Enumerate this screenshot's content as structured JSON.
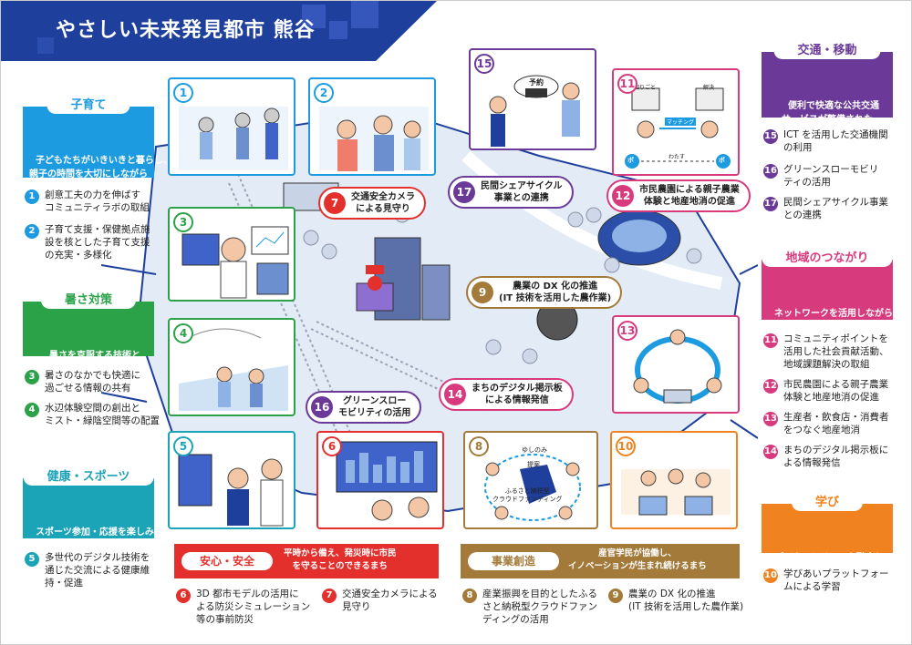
{
  "header": {
    "title": "やさしい未来発見都市 熊谷"
  },
  "colors": {
    "navy": "#1e3f9c",
    "kosodate": "#1d9be0",
    "shosa": "#2ba148",
    "kenko": "#1ba3b8",
    "anshin": "#e3302d",
    "jigyo": "#a37a3a",
    "kotsu": "#6b3a99",
    "chiiki": "#d83a7e",
    "manabi": "#f08320",
    "map": "#e3ebf6"
  },
  "categories": {
    "kosodate": {
      "label": "子育て",
      "desc": "子どもたちがいきいきと暮らし、\n親子の時間を大切にしながら\n可能性を伸ばせるまち",
      "items": [
        {
          "n": "1",
          "t": "創意工夫の力を伸ばす\nコミュニティラボの取組"
        },
        {
          "n": "2",
          "t": "子育て支援・保健拠点施\n設を核とした子育て支援\nの充実・多様化"
        }
      ]
    },
    "shosa": {
      "label": "暑さ対策",
      "desc": "暑さを克服する技術と\n工夫のまち",
      "items": [
        {
          "n": "3",
          "t": "暑さのなかでも快適に\n過ごせる情報の共有"
        },
        {
          "n": "4",
          "t": "水辺体験空間の創出と\nミスト・緑陰空間等の配置"
        }
      ]
    },
    "kenko": {
      "label": "健康・スポーツ",
      "desc": "スポーツ参加・応援を楽しみ\nつつ、データとネットワーク\nを活用し健康を維持するまち",
      "items": [
        {
          "n": "5",
          "t": "多世代のデジタル技術を\n通じた交流による健康維\n持・促進"
        }
      ]
    },
    "kotsu": {
      "label": "交通・移動",
      "desc": "便利で快適な公共交通\nサービスが整備された\n回遊性の高いまち",
      "items": [
        {
          "n": "15",
          "t": "ICT を活用した交通機関\nの利用"
        },
        {
          "n": "16",
          "t": "グリーンスローモビリ\nティの活用"
        },
        {
          "n": "17",
          "t": "民間シェアサイクル事業\nとの連携"
        }
      ]
    },
    "chiiki": {
      "label": "地域のつながり",
      "desc": "ネットワークを活用しながら\n地域のコミュニティや産業を\n共に支え合うまち",
      "items": [
        {
          "n": "11",
          "t": "コミュニティポイントを\n活用した社会貢献活動、\n地域課題解決の取組"
        },
        {
          "n": "12",
          "t": "市民農園による親子農業\n体験と地産地消の促進"
        },
        {
          "n": "13",
          "t": "生産者・飲食店・消費者\nをつなぐ地産地消"
        },
        {
          "n": "14",
          "t": "まちのデジタル掲示板に\nよる情報発信"
        }
      ]
    },
    "manabi": {
      "label": "学び",
      "desc": "デジタルとリアルを融合して\n自ら考える力を育むまち",
      "items": [
        {
          "n": "10",
          "t": "学びあいプラットフォー\nムによる学習"
        }
      ]
    },
    "anshin": {
      "label": "安心・安全",
      "desc": "平時から備え、発災時に市民\nを守ることのできるまち",
      "items": [
        {
          "n": "6",
          "t": "3D 都市モデルの活用に\nよる防災シミュレーション\n等の事前防災"
        },
        {
          "n": "7",
          "t": "交通安全カメラによる\n見守り"
        }
      ]
    },
    "jigyo": {
      "label": "事業創造",
      "desc": "産官学民が協働し、\nイノベーションが生まれ続けるまち",
      "items": [
        {
          "n": "8",
          "t": "産業振興を目的としたふる\nさと納税型クラウドファン\nディングの活用"
        },
        {
          "n": "9",
          "t": "農業の DX 化の推進\n(IT 技術を活用した農作業)"
        }
      ]
    }
  },
  "callouts": {
    "c7": {
      "n": "7",
      "t": "交通安全カメラ\nによる見守り"
    },
    "c17": {
      "n": "17",
      "t": "民間シェアサイクル\n事業との連携"
    },
    "c12": {
      "n": "12",
      "t": "市民農園による親子農業\n体験と地産地消の促進"
    },
    "c9": {
      "n": "9",
      "t": "農業の DX 化の推進\n(IT 技術を活用した農作業)"
    },
    "c14": {
      "n": "14",
      "t": "まちのデジタル掲示板\nによる情報発信"
    },
    "c16": {
      "n": "16",
      "t": "グリーンスロー\nモビリティの活用"
    }
  },
  "panel_text": {
    "p15_label": "予約",
    "p11_left": "困りごと",
    "p11_right": "解決",
    "p11_match": "マッチング",
    "p11_pt": "ポ",
    "p11_thanks": "わたす",
    "p8_a": "ゆしのみ",
    "p8_b": "ふるさと納税型\nクラウドファンディング",
    "p8_c": "提案"
  },
  "panels": [
    "1",
    "2",
    "3",
    "4",
    "5",
    "6",
    "8",
    "10",
    "11",
    "13",
    "15"
  ]
}
